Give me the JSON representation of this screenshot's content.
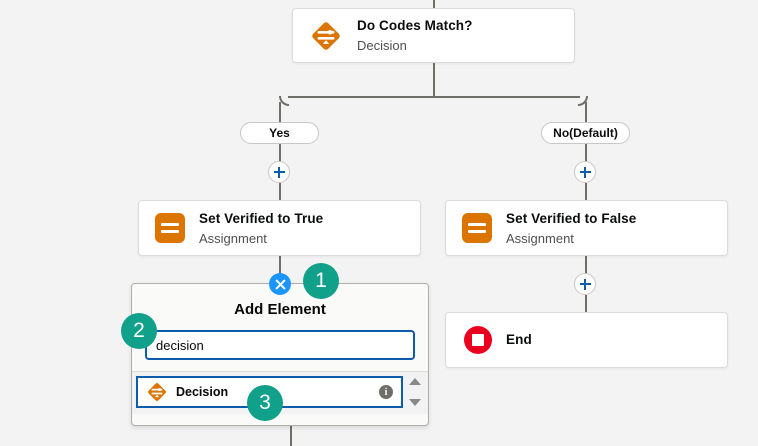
{
  "canvas": {
    "background_color": "#f3f3f3",
    "connector_color": "#706e6b"
  },
  "nodes": {
    "decision": {
      "title": "Do Codes Match?",
      "subtitle": "Decision",
      "icon": "decision-diamond-icon",
      "icon_color": "#db7500"
    },
    "set_verified_true": {
      "title": "Set Verified to True",
      "subtitle": "Assignment",
      "icon": "assignment-icon",
      "icon_color": "#db7500"
    },
    "set_verified_false": {
      "title": "Set Verified to False",
      "subtitle": "Assignment",
      "icon": "assignment-icon",
      "icon_color": "#db7500"
    },
    "end": {
      "title": "End",
      "subtitle": "",
      "icon": "end-stop-icon",
      "icon_color": "#ea001e"
    }
  },
  "branch_labels": {
    "yes": "Yes",
    "no": "No(Default)"
  },
  "add_element_popover": {
    "title": "Add Element",
    "close_label": "×",
    "search": {
      "value": "decision",
      "placeholder": "Search"
    },
    "results": [
      {
        "label": "Decision",
        "icon": "decision-diamond-icon",
        "info_icon": "info-icon",
        "info_glyph": "i"
      }
    ],
    "spinner": {
      "up": "scroll-up-arrow",
      "down": "scroll-down-arrow"
    }
  },
  "annotations": {
    "badge_color": "#11a08a",
    "steps": [
      {
        "number": "1",
        "target": "close-button"
      },
      {
        "number": "2",
        "target": "search-input"
      },
      {
        "number": "3",
        "target": "decision-result-row"
      }
    ]
  },
  "plus_buttons": [
    {
      "name": "add-node-yes-branch"
    },
    {
      "name": "add-node-no-branch"
    },
    {
      "name": "add-node-after-set-verified-false"
    }
  ]
}
